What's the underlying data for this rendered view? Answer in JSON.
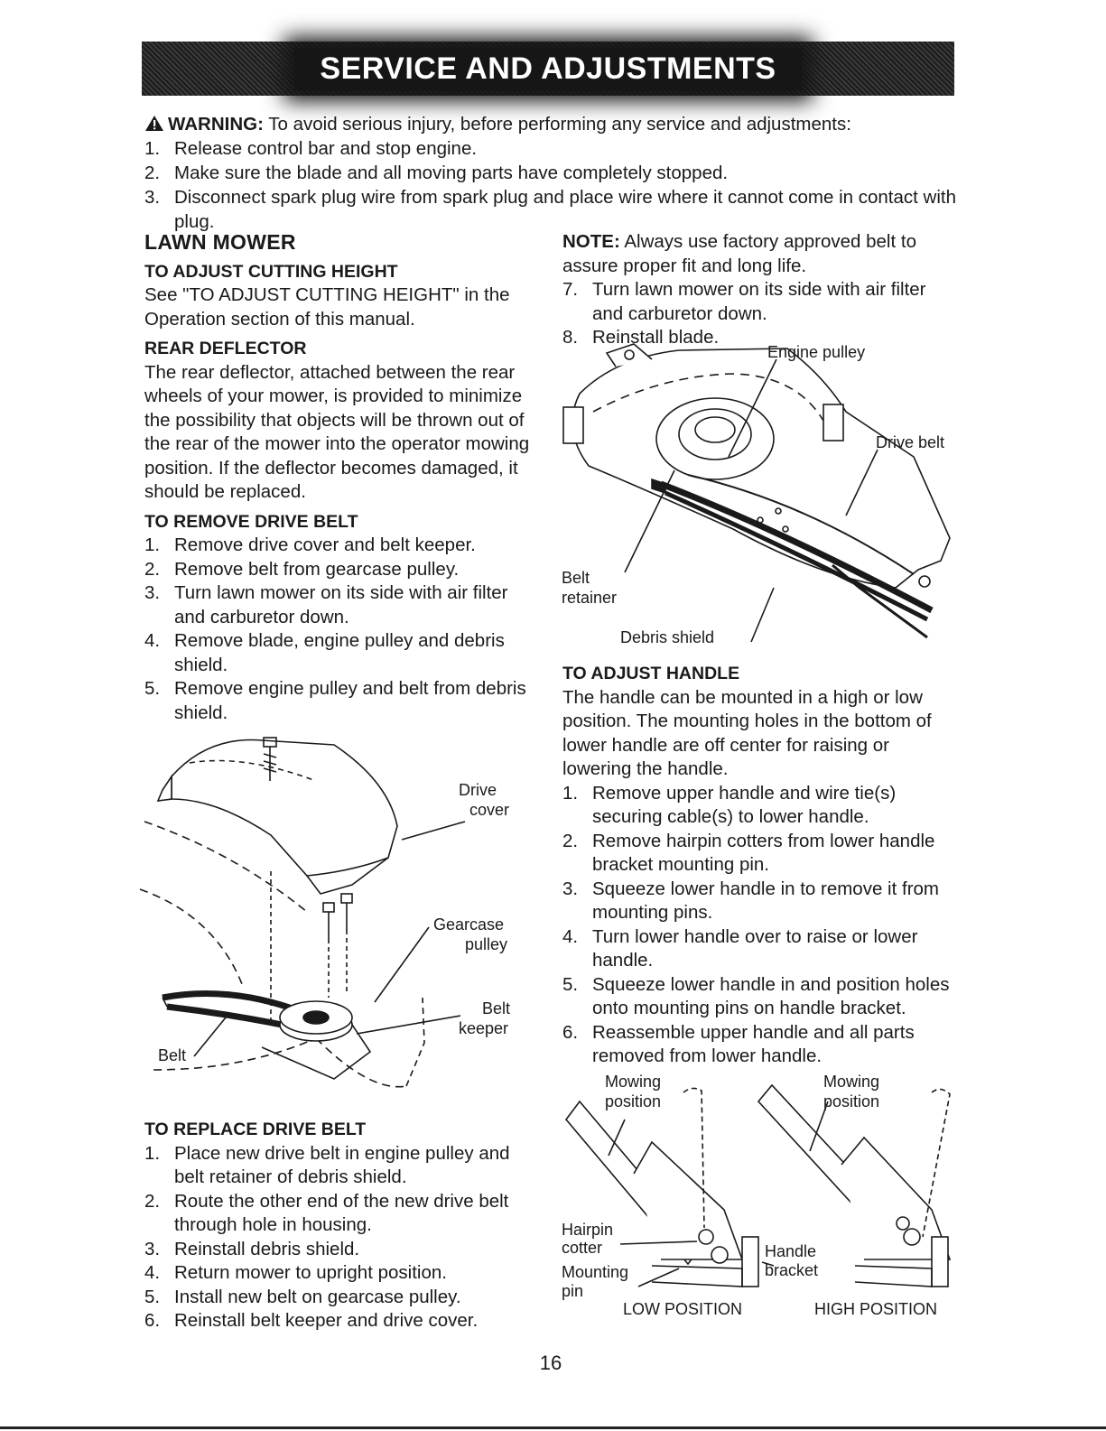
{
  "header": {
    "title": "SERVICE AND ADJUSTMENTS"
  },
  "warning": {
    "label": "WARNING:",
    "text": "To avoid serious injury, before performing any service and adjustments:",
    "steps": [
      {
        "num": "1.",
        "text": "Release control bar and stop engine."
      },
      {
        "num": "2.",
        "text": "Make sure the blade and all moving parts have completely stopped."
      },
      {
        "num": "3.",
        "text": "Disconnect spark plug wire from spark plug and place wire where it cannot come in contact with plug."
      }
    ]
  },
  "left": {
    "section_title": "LAWN MOWER",
    "cutting_height": {
      "title": "TO ADJUST CUTTING HEIGHT",
      "text": "See \"TO ADJUST CUTTING HEIGHT\" in the Operation section of this manual."
    },
    "rear_deflector": {
      "title": "REAR DEFLECTOR",
      "text": "The rear deflector, attached between the rear wheels of your mower, is provided to minimize the possibility that objects will be thrown out of the rear of the mower into the operator mowing position. If the deflector becomes damaged, it should be replaced."
    },
    "remove_belt": {
      "title": "TO REMOVE DRIVE BELT",
      "steps": [
        {
          "num": "1.",
          "text": "Remove drive cover and belt keeper."
        },
        {
          "num": "2.",
          "text": "Remove belt from gearcase pulley."
        },
        {
          "num": "3.",
          "text": "Turn lawn mower on its side with air filter and carburetor down."
        },
        {
          "num": "4.",
          "text": "Remove blade, engine pulley and debris shield."
        },
        {
          "num": "5.",
          "text": "Remove engine pulley and belt from debris shield."
        }
      ]
    },
    "figure1": {
      "drive": "Drive",
      "cover": "cover",
      "gearcase": "Gearcase",
      "pulley": "pulley",
      "belt2": "Belt",
      "keeper": "keeper",
      "belt": "Belt"
    },
    "replace_belt": {
      "title": "TO REPLACE DRIVE BELT",
      "steps": [
        {
          "num": "1.",
          "text": "Place new drive belt in engine pulley and belt retainer of debris shield."
        },
        {
          "num": "2.",
          "text": "Route the other end of the new drive belt through hole in housing."
        },
        {
          "num": "3.",
          "text": "Reinstall debris shield."
        },
        {
          "num": "4.",
          "text": "Return mower to upright position."
        },
        {
          "num": "5.",
          "text": "Install new belt on gearcase pulley."
        },
        {
          "num": "6.",
          "text": "Reinstall belt keeper and drive cover."
        }
      ]
    }
  },
  "right": {
    "note": {
      "label": "NOTE:",
      "text": "Always use factory approved belt to assure proper fit and long life."
    },
    "steps": [
      {
        "num": "7.",
        "text": "Turn lawn mower on its side with air filter and carburetor down."
      },
      {
        "num": "8.",
        "text": "Reinstall blade."
      }
    ],
    "figure2": {
      "engine_pulley": "Engine pulley",
      "drive_belt": "Drive belt",
      "belt": "Belt",
      "retainer": "retainer",
      "debris_shield": "Debris shield"
    },
    "adjust_handle": {
      "title": "TO ADJUST HANDLE",
      "text": "The handle can be mounted in a high or low position. The mounting holes in the bottom of lower handle are off center for raising or lowering the handle.",
      "steps": [
        {
          "num": "1.",
          "text": "Remove upper handle and wire tie(s) securing cable(s) to lower handle."
        },
        {
          "num": "2.",
          "text": "Remove hairpin cotters from lower handle bracket mounting pin."
        },
        {
          "num": "3.",
          "text": "Squeeze lower handle in to remove it from mounting pins."
        },
        {
          "num": "4.",
          "text": "Turn lower handle over to raise or lower handle."
        },
        {
          "num": "5.",
          "text": "Squeeze lower handle in and position holes onto mounting pins on handle bracket."
        },
        {
          "num": "6.",
          "text": "Reassemble upper handle and all parts removed from lower handle."
        }
      ]
    },
    "figure3": {
      "mowing1": "Mowing",
      "position1": "position",
      "mowing2": "Mowing",
      "position2": "position",
      "hairpin": "Hairpin",
      "cotter": "cotter",
      "mounting": "Mounting",
      "pin": "pin",
      "handle": "Handle",
      "bracket": "bracket",
      "low_position": "LOW POSITION",
      "high_position": "HIGH POSITION"
    }
  },
  "footer": {
    "page_number": "16"
  }
}
